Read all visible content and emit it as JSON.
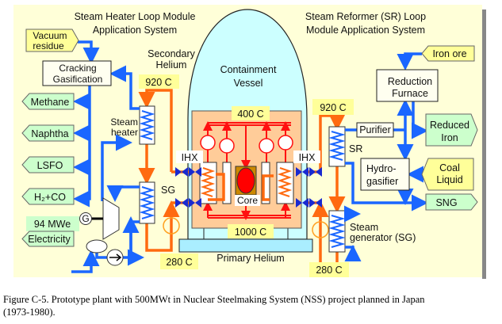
{
  "titles": {
    "left_line1": "Steam Heater Loop Module",
    "left_line2": "Application System",
    "right_line1": "Steam Reformer (SR) Loop",
    "right_line2": "Module Application System"
  },
  "left": {
    "vacuum_residue_1": "Vacuum",
    "vacuum_residue_2": "residue",
    "cracking_1": "Cracking",
    "cracking_2": "Gasification",
    "products": [
      "Methane",
      "Naphtha",
      "LSFO",
      "H₂+CO"
    ],
    "power": "94 MWe",
    "electricity": "Electricity",
    "generator": "G",
    "secondary_helium_1": "Secondary",
    "secondary_helium_2": "Helium",
    "temp_hot": "920 C",
    "temp_cold": "280 C",
    "steam_heater_1": "Steam",
    "steam_heater_2": "heater",
    "sg": "SG",
    "ihx": "IHX"
  },
  "center": {
    "vessel_1": "Containment",
    "vessel_2": "Vessel",
    "temp_top": "400 C",
    "temp_bottom": "1000 C",
    "core": "Core",
    "primary_helium": "Primary Helium"
  },
  "right": {
    "iron_ore": "Iron ore",
    "reduction_1": "Reduction",
    "reduction_2": "Furnace",
    "reduced_1": "Reduced",
    "reduced_2": "Iron",
    "purifier": "Purifier",
    "sr": "SR",
    "hydro_1": "Hydro-",
    "hydro_2": "gasifier",
    "coal_1": "Coal",
    "coal_2": "Liquid",
    "sng": "SNG",
    "temp_hot": "920 C",
    "temp_cold": "280 C",
    "ihx": "IHX",
    "steam_gen_1": "Steam",
    "steam_gen_2": "generator (SG)"
  },
  "caption": {
    "line1": "Figure C-5. Prototype plant with 500MWt in Nuclear Steelmaking System (NSS) project planned in Japan",
    "line2": "(1973-1980)."
  },
  "colors": {
    "water_steam": "#1a66ff",
    "secondary_helium": "#ff6a10",
    "primary_helium": "#ff1010",
    "panel": "#ffffd8"
  }
}
